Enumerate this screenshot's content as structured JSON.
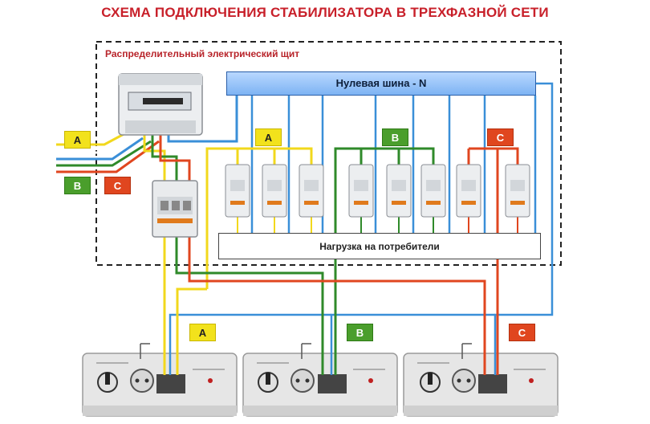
{
  "title": "СХЕМА ПОДКЛЮЧЕНИЯ СТАБИЛИЗАТОРА В ТРЕХФАЗНОЙ СЕТИ",
  "panel_label": "Распределительный электрический щит",
  "neutral_bus_label": "Нулевая шина - N",
  "load_label": "Нагрузка на потребители",
  "phase_tags": {
    "input_a": "A",
    "input_b": "B",
    "input_c": "C",
    "group_a": "A",
    "group_b": "B",
    "group_c": "C",
    "stab_a": "A",
    "stab_b": "B",
    "stab_c": "C"
  },
  "colors": {
    "phase_a": "#f2d81c",
    "phase_b": "#2f8a2a",
    "phase_c": "#e0461f",
    "neutral": "#3a8fd8",
    "title": "#c8202a"
  }
}
